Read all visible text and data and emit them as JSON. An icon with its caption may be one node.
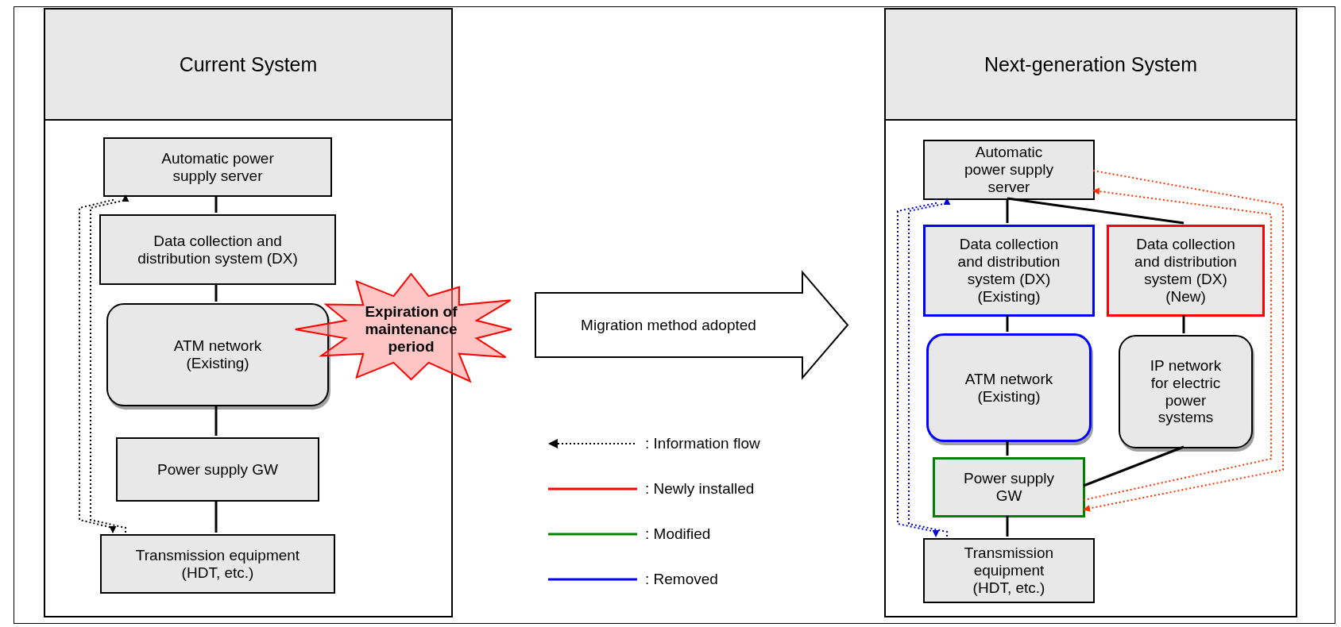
{
  "diagram": {
    "nodes": [
      {
        "text": [
          "Current System"
        ]
      },
      {
        "text": [
          "Automatic power supply server"
        ],
        "in": 0
      },
      {
        "text": [
          "Data collection and distribution system (DX)"
        ],
        "in": 0
      },
      {
        "text": [
          "ATM network (Existing)"
        ],
        "in": 0
      },
      {
        "text": [
          "Power supply GW"
        ],
        "in": 0
      },
      {
        "text": [
          "Transmission equipment (HDT, etc.)"
        ],
        "in": 0
      },
      {
        "text": [
          "Expiration of maintenance period"
        ]
      },
      {
        "text": [
          "Migration method adopted"
        ]
      },
      {
        "text": [
          "Next-generation System"
        ]
      },
      {
        "text": [
          "Automatic power supply server"
        ],
        "in": 8
      },
      {
        "text": [
          "Data collection and distribution system (DX) (Existing)"
        ],
        "in": 8
      },
      {
        "text": [
          "Data collection and distribution system (DX) (New)"
        ],
        "in": 8
      },
      {
        "text": [
          "ATM network (Existing)"
        ],
        "in": 8
      },
      {
        "text": [
          "IP network for electric power systems"
        ],
        "in": 8
      },
      {
        "text": [
          "Power supply GW"
        ],
        "in": 8
      },
      {
        "text": [
          "Transmission equipment (HDT, etc.)"
        ],
        "in": 8
      }
    ],
    "edges": [
      {
        "from": 1,
        "to": 2,
        "arrow": "none"
      },
      {
        "from": 2,
        "to": 3,
        "arrow": "none"
      },
      {
        "from": 3,
        "to": 4,
        "arrow": "none"
      },
      {
        "from": 4,
        "to": 5,
        "arrow": "none"
      },
      {
        "from": 1,
        "to": 5,
        "arrow": "to",
        "style": "dashed"
      },
      {
        "from": 5,
        "to": 1,
        "arrow": "to",
        "style": "dashed"
      },
      {
        "from": 9,
        "to": 10,
        "arrow": "none"
      },
      {
        "from": 9,
        "to": 11,
        "arrow": "none"
      },
      {
        "from": 10,
        "to": 12,
        "arrow": "none"
      },
      {
        "from": 11,
        "to": 13,
        "arrow": "none"
      },
      {
        "from": 12,
        "to": 14,
        "arrow": "none"
      },
      {
        "from": 13,
        "to": 14,
        "arrow": "none"
      },
      {
        "from": 14,
        "to": 15,
        "arrow": "none"
      },
      {
        "from": 9,
        "to": 15,
        "arrow": "to",
        "style": "dashed",
        "color": "#0000cc"
      },
      {
        "from": 15,
        "to": 9,
        "arrow": "to",
        "style": "dashed",
        "color": "#0000cc"
      },
      {
        "from": 14,
        "to": 9,
        "arrow": "to",
        "style": "dashed",
        "color": "#ff3300"
      },
      {
        "from": 9,
        "to": 14,
        "arrow": "to",
        "style": "dashed",
        "color": "#ff3300"
      }
    ],
    "legend": [
      {
        "text": ": Information flow"
      },
      {
        "text": ": Newly installed",
        "color": "#ff0000"
      },
      {
        "text": ": Modified",
        "color": "#008000"
      },
      {
        "text": ": Removed",
        "color": "#0000ff"
      }
    ]
  }
}
